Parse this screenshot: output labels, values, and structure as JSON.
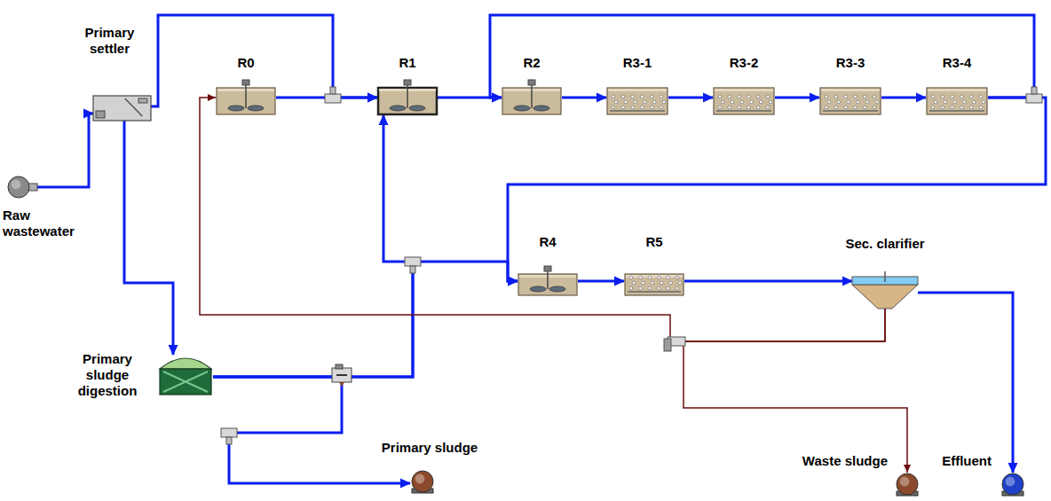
{
  "diagram": {
    "nodes": [
      {
        "text": [
          "Raw wastewater"
        ]
      },
      {
        "text": [
          "Primary settler"
        ]
      },
      {
        "text": [
          "R0"
        ]
      },
      {
        "text": [
          "R1"
        ]
      },
      {
        "text": [
          "R2"
        ]
      },
      {
        "text": [
          "R3-1"
        ]
      },
      {
        "text": [
          "R3-2"
        ]
      },
      {
        "text": [
          "R3-3"
        ]
      },
      {
        "text": [
          "R3-4"
        ]
      },
      {
        "text": [
          "R4"
        ]
      },
      {
        "text": [
          "R5"
        ]
      },
      {
        "text": [
          "Sec. clarifier"
        ]
      },
      {
        "text": [
          "Primary sludge digestion"
        ]
      },
      {
        "text": [
          "Primary sludge"
        ]
      },
      {
        "text": [
          "Waste sludge"
        ]
      },
      {
        "text": [
          "Effluent"
        ]
      }
    ],
    "edges": [
      {
        "from": 0,
        "to": 1,
        "arrow": "to"
      },
      {
        "from": 1,
        "to": 3,
        "arrow": "to"
      },
      {
        "from": 2,
        "to": 3,
        "arrow": "to"
      },
      {
        "from": 3,
        "to": 4,
        "arrow": "to"
      },
      {
        "from": 4,
        "to": 5,
        "arrow": "to"
      },
      {
        "from": 5,
        "to": 6,
        "arrow": "to"
      },
      {
        "from": 6,
        "to": 7,
        "arrow": "to"
      },
      {
        "from": 7,
        "to": 8,
        "arrow": "to"
      },
      {
        "from": 8,
        "to": 4,
        "arrow": "to"
      },
      {
        "from": 8,
        "to": 9,
        "arrow": "to"
      },
      {
        "from": 12,
        "to": 3,
        "arrow": "to"
      },
      {
        "from": 12,
        "to": 9,
        "arrow": "to"
      },
      {
        "from": 9,
        "to": 10,
        "arrow": "to"
      },
      {
        "from": 10,
        "to": 11,
        "arrow": "to"
      },
      {
        "from": 11,
        "to": 15,
        "arrow": "to"
      },
      {
        "from": 11,
        "to": 2,
        "arrow": "to"
      },
      {
        "from": 11,
        "to": 14,
        "arrow": "to"
      },
      {
        "from": 1,
        "to": 12,
        "arrow": "to"
      },
      {
        "from": 12,
        "to": 13,
        "arrow": "to"
      }
    ]
  }
}
